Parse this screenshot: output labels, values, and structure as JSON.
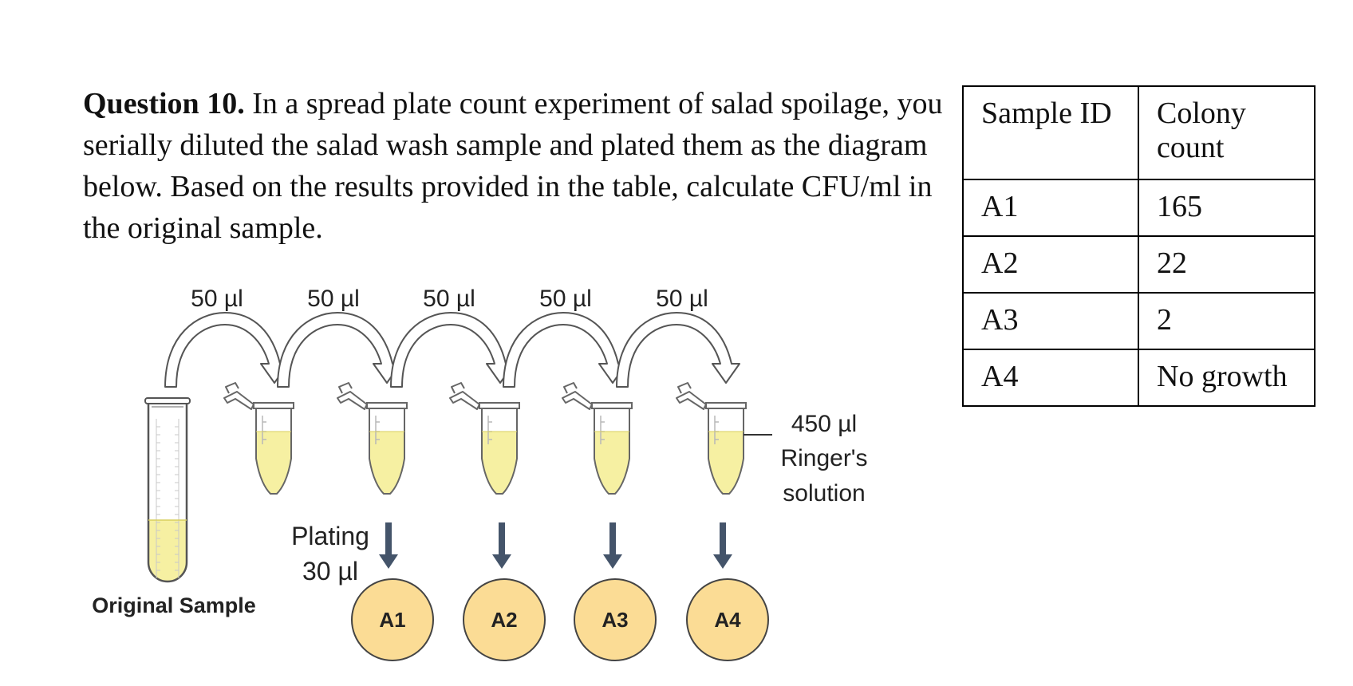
{
  "question": {
    "label": "Question 10.",
    "body": " In a spread plate count experiment of salad spoilage, you serially diluted the salad wash sample and plated them as the diagram below. Based on the results provided in the table, calculate CFU/ml in the original sample."
  },
  "table": {
    "headers": [
      "Sample ID",
      "Colony count"
    ],
    "rows": [
      [
        "A1",
        "165"
      ],
      [
        "A2",
        "22"
      ],
      [
        "A3",
        "2"
      ],
      [
        "A4",
        "No growth"
      ]
    ]
  },
  "diagram": {
    "transfer_labels": [
      "50 µl",
      "50 µl",
      "50 µl",
      "50 µl",
      "50 µl"
    ],
    "diluent_label": [
      "450 µl",
      "Ringer's",
      "solution"
    ],
    "plating_label": [
      "Plating",
      "30 µl"
    ],
    "original_label": "Original Sample",
    "plates": [
      "A1",
      "A2",
      "A3",
      "A4"
    ],
    "colors": {
      "liquid": "#f6f0a2",
      "plate_fill": "#fbdc95",
      "plating_arrow": "#44546a",
      "outline": "#555555"
    }
  }
}
